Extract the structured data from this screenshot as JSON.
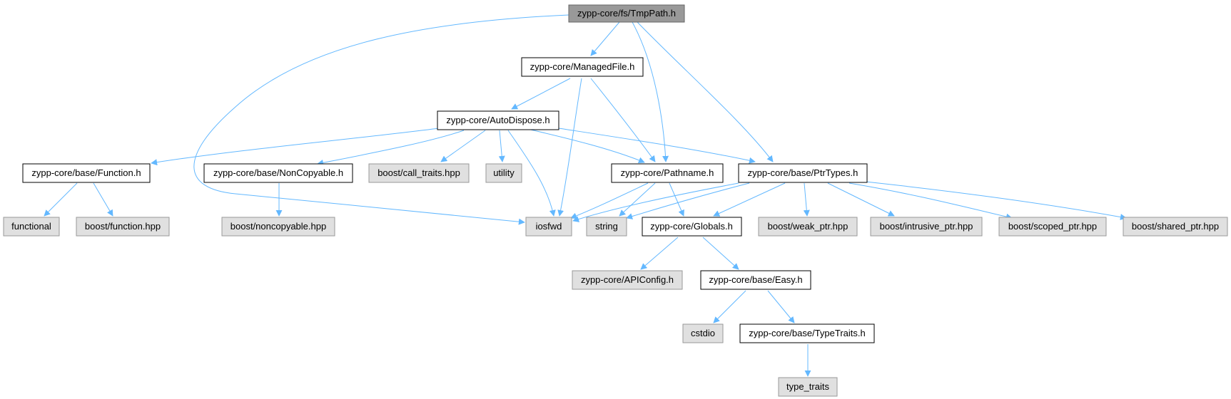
{
  "nodes": {
    "tmppath": "zypp-core/fs/TmpPath.h",
    "managedfile": "zypp-core/ManagedFile.h",
    "autodispose": "zypp-core/AutoDispose.h",
    "function_h": "zypp-core/base/Function.h",
    "noncopyable_h": "zypp-core/base/NonCopyable.h",
    "call_traits": "boost/call_traits.hpp",
    "utility": "utility",
    "pathname": "zypp-core/Pathname.h",
    "ptrtypes": "zypp-core/base/PtrTypes.h",
    "functional": "functional",
    "boost_function": "boost/function.hpp",
    "boost_noncopyable": "boost/noncopyable.hpp",
    "iosfwd": "iosfwd",
    "string": "string",
    "globals": "zypp-core/Globals.h",
    "weak_ptr": "boost/weak_ptr.hpp",
    "intrusive_ptr": "boost/intrusive_ptr.hpp",
    "scoped_ptr": "boost/scoped_ptr.hpp",
    "shared_ptr": "boost/shared_ptr.hpp",
    "apiconfig": "zypp-core/APIConfig.h",
    "easy": "zypp-core/base/Easy.h",
    "cstdio": "cstdio",
    "typetraits": "zypp-core/base/TypeTraits.h",
    "type_traits": "type_traits"
  },
  "colors": {
    "root_fill": "#999999",
    "root_stroke": "#666666",
    "header_fill": "#ffffff",
    "header_stroke": "#000000",
    "system_fill": "#e0e0e0",
    "system_stroke": "#999999",
    "edge": "#63b8ff"
  }
}
